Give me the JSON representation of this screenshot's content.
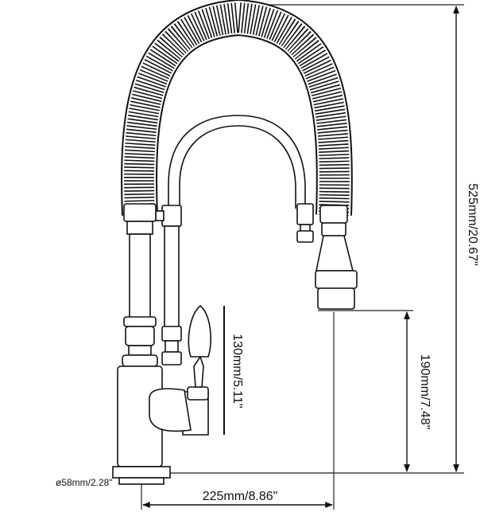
{
  "dimensions": {
    "total_height": "525mm/20.67\"",
    "spray_height": "190mm/7.48\"",
    "handle_height": "130mm/5.11\"",
    "reach": "225mm/8.86\"",
    "base_diameter": "ø58mm/2.28\""
  }
}
